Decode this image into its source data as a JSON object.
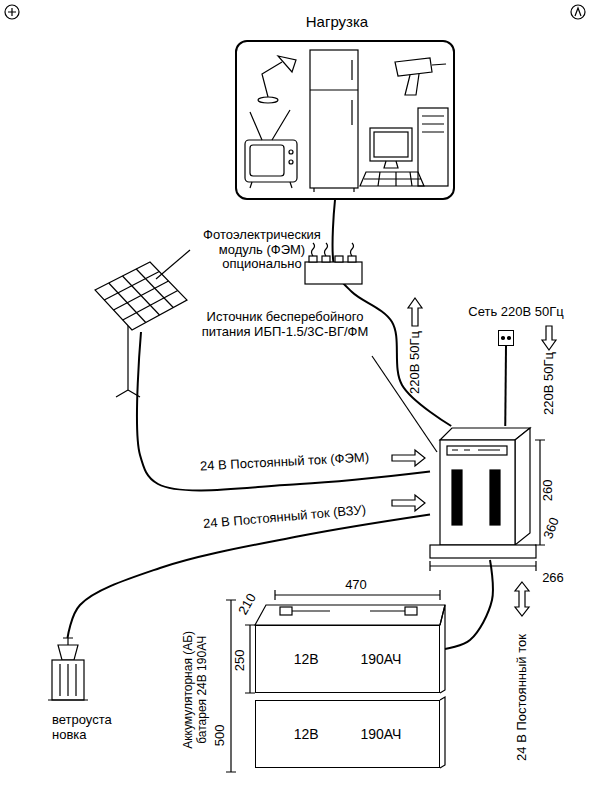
{
  "diagram": {
    "nodes": [
      {
        "text": [
          "Нагрузка"
        ]
      },
      {
        "text": [
          "Фотоэлектрическия модуль (ФЭМ) опционально"
        ]
      },
      {
        "text": [
          "Источник бесперебойного питания ИБП-1.5/3С-ВГ/ФМ"
        ]
      },
      {
        "text": [
          "Сеть 220В 50Гц"
        ]
      },
      {
        "text": [
          "ветроуста новка"
        ]
      },
      {
        "text": [
          "Аккумуляторная (АБ) батарея 24В 190АЧ"
        ]
      },
      {
        "text": [
          "12В 190АЧ"
        ],
        "in": 5
      },
      {
        "text": [
          "12В 190АЧ"
        ],
        "in": 5
      }
    ],
    "edges": [
      {
        "from": 1,
        "to": 2,
        "arrow": "none",
        "label": "24 В Постоянный ток (ФЭМ)"
      },
      {
        "from": 4,
        "to": 2,
        "arrow": "none",
        "label": "24 В Постоянный ток (ВЗУ)"
      },
      {
        "from": 3,
        "to": 2,
        "arrow": "none",
        "label": "220В 50Гц"
      },
      {
        "from": 2,
        "to": 0,
        "arrow": "none",
        "label": "220В 50Гц"
      },
      {
        "from": 2,
        "to": 5,
        "arrow": "none",
        "label": "24 В Постоянный ток"
      }
    ],
    "labels": [
      "260",
      "360",
      "266",
      "470",
      "210",
      "250",
      "500"
    ]
  }
}
